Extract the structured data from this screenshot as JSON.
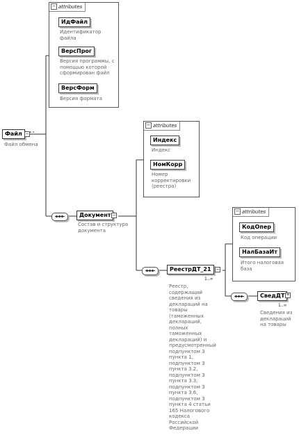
{
  "root": {
    "name": "Файл",
    "desc": "Файл обмена"
  },
  "group_label": "attributes",
  "root_attributes": [
    {
      "name": "ИдФайл",
      "desc": "Идентификатор файла"
    },
    {
      "name": "ВерсПрог",
      "desc": "Версия программы, с помощью которой сформирован файл"
    },
    {
      "name": "ВерсФорм",
      "desc": "Версия формата"
    }
  ],
  "document": {
    "name": "Документ",
    "desc": "Состав и структура документа"
  },
  "document_attributes": [
    {
      "name": "Индекс",
      "desc": "Индекс"
    },
    {
      "name": "НомКорр",
      "desc": "Номер корректировки (реестра)"
    }
  ],
  "registry": {
    "name": "РеестрДТ_21",
    "occurrence": "1..∞",
    "desc": "Реестр, содержащий сведения из деклараций на товары (таможенных деклараций, полных таможенных деклараций) и предусмотренный подпунктом 3 пункта 1, подпунктом 3 пункта 3.2, подпунктом 3 пункта 3.3, подпунктом 3 пункта 3.6, подпунктом 3 пункта 4 статьи 165 Налогового кодекса Российской Федерации"
  },
  "registry_attributes": [
    {
      "name": "КодОпер",
      "desc": "Код операции"
    },
    {
      "name": "НалБазаИт",
      "desc": "Итого налоговая база"
    }
  ],
  "sved": {
    "name": "СведДТ",
    "occurrence": "1..∞",
    "desc": "Сведения из деклараций на товары"
  }
}
